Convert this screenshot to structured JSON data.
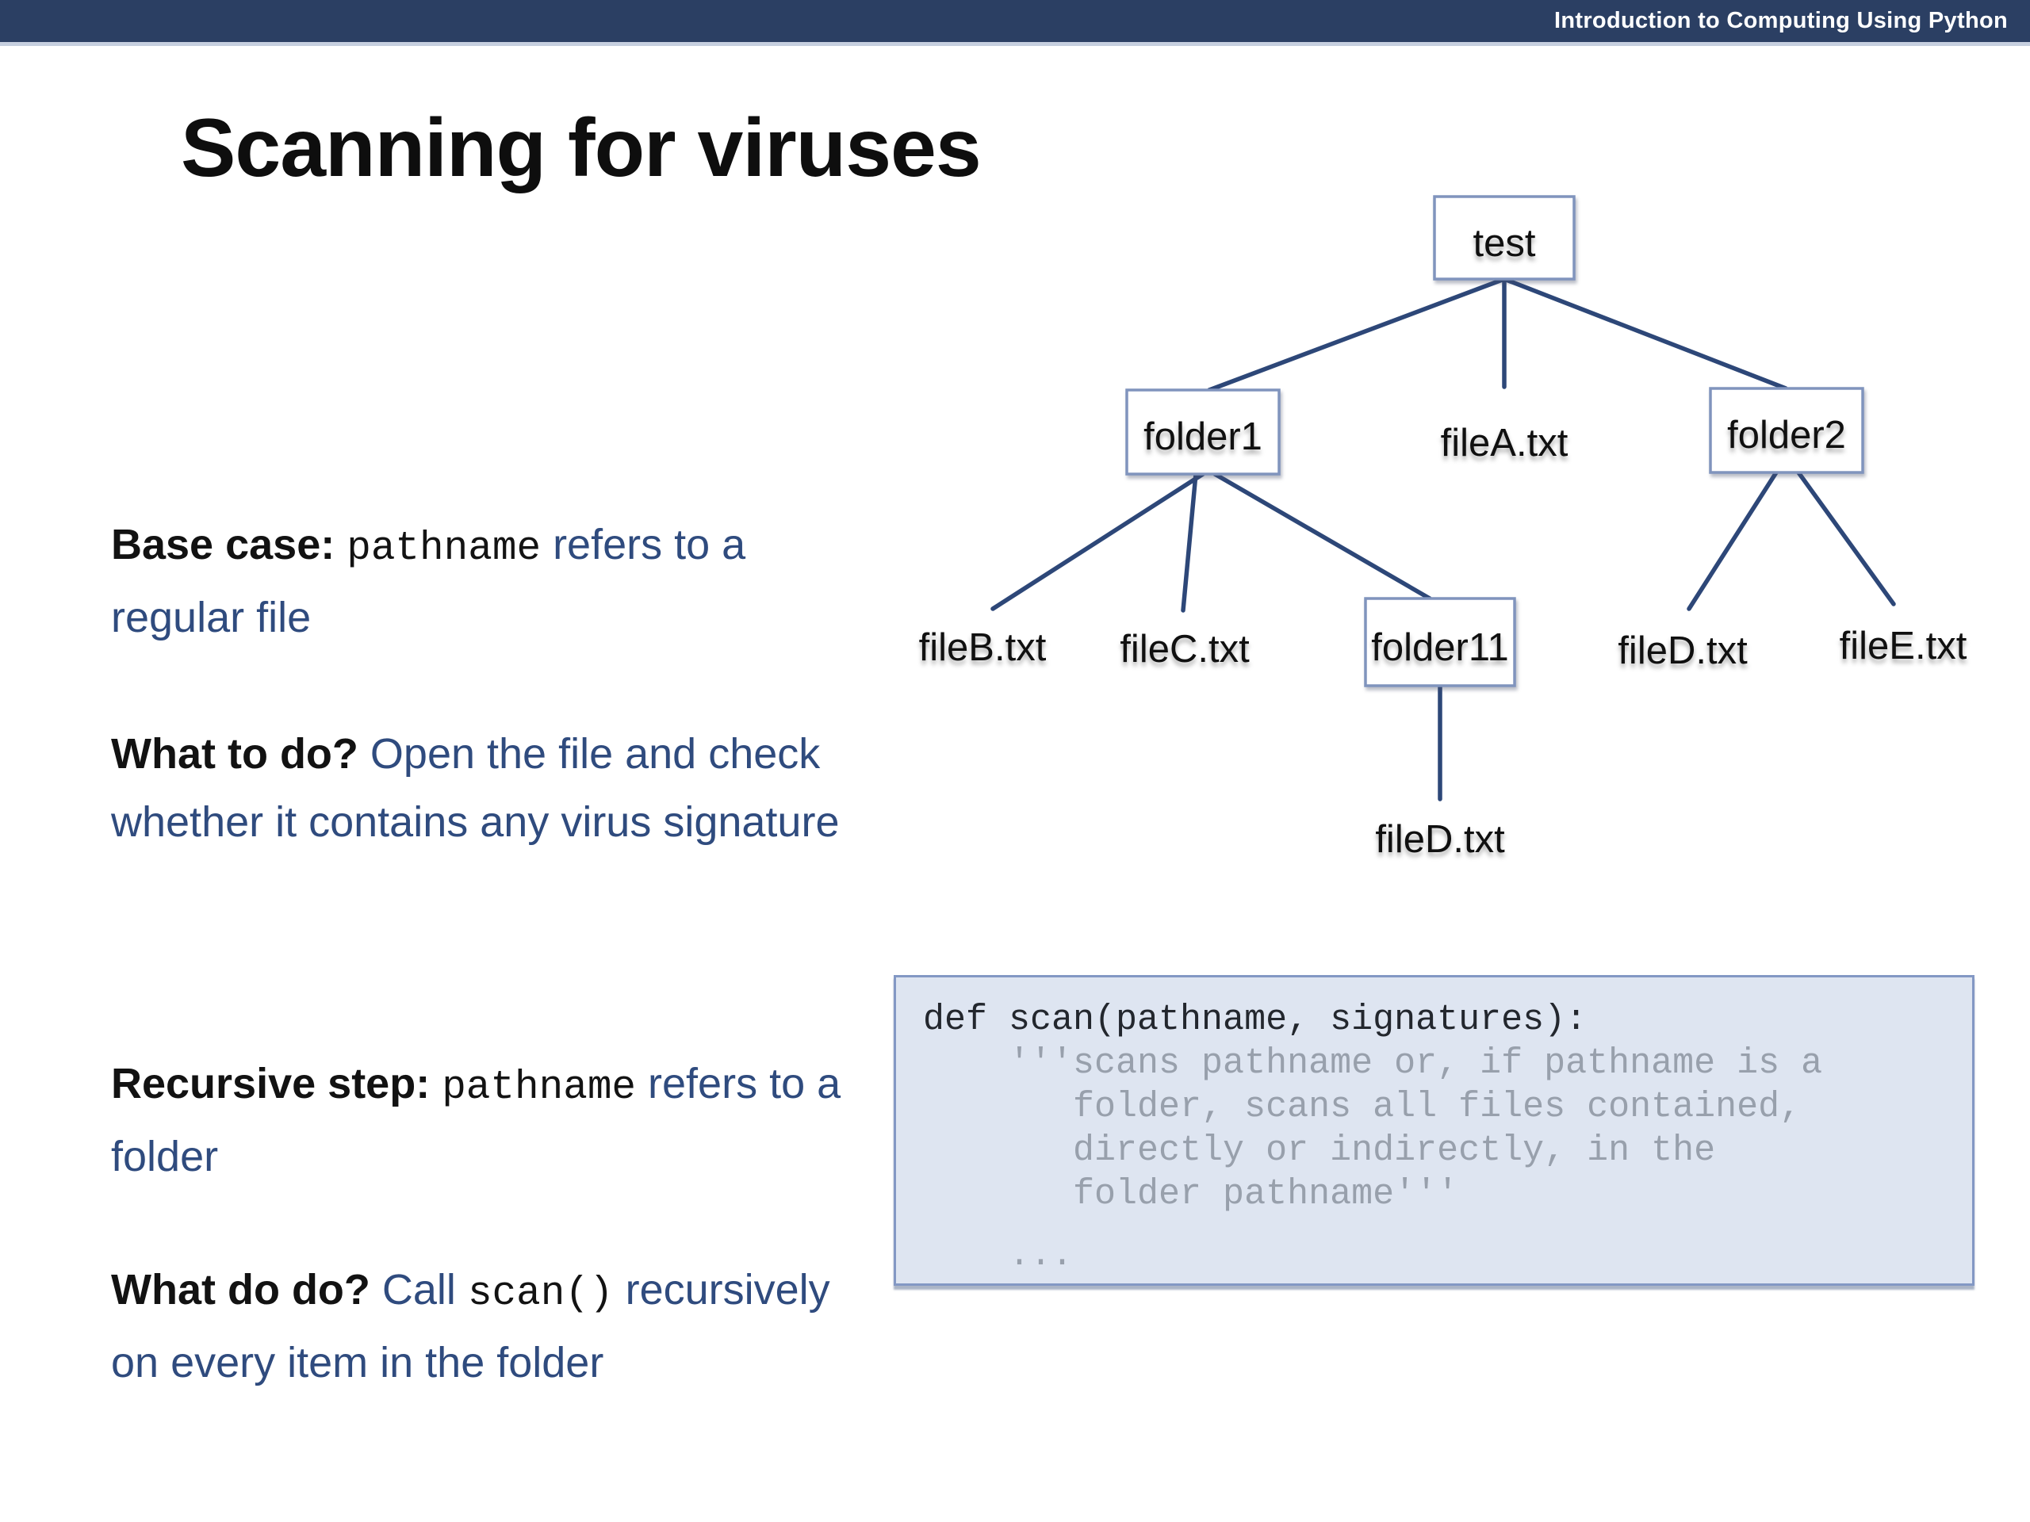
{
  "header": {
    "brand": "Introduction to Computing Using Python"
  },
  "title": "Scanning for viruses",
  "colors": {
    "header_bg": "#2b3f63",
    "accent_blue": "#2f4b7e",
    "tree_line": "#2d4778",
    "box_border": "#8094bd",
    "code_box_bg": "#dee5f1",
    "code_box_border": "#8398c4",
    "docstring_gray": "#98a0ac"
  },
  "notes": [
    {
      "name": "base-case",
      "segments": [
        {
          "text": "Base case: ",
          "style": "label"
        },
        {
          "text": "pathname",
          "style": "code"
        },
        {
          "text": " refers to a regular file",
          "style": "blue"
        }
      ]
    },
    {
      "name": "what-to-do-file",
      "segments": [
        {
          "text": "What to do? ",
          "style": "label"
        },
        {
          "text": "Open the file and check whether it contains any virus signature",
          "style": "blue"
        }
      ]
    },
    {
      "name": "recursive-step",
      "segments": [
        {
          "text": "Recursive step: ",
          "style": "label"
        },
        {
          "text": "pathname",
          "style": "code"
        },
        {
          "text": " refers to a folder",
          "style": "blue"
        }
      ]
    },
    {
      "name": "what-to-do-folder",
      "segments": [
        {
          "text": "What do do? ",
          "style": "label"
        },
        {
          "text": "Call ",
          "style": "blue"
        },
        {
          "text": "scan()",
          "style": "code"
        },
        {
          "text": " recursively on every item in the folder",
          "style": "blue"
        }
      ]
    }
  ],
  "tree": {
    "nodes": {
      "test": {
        "label": "test",
        "kind": "folder"
      },
      "folder1": {
        "label": "folder1",
        "kind": "folder"
      },
      "fileA": {
        "label": "fileA.txt",
        "kind": "file"
      },
      "folder2": {
        "label": "folder2",
        "kind": "folder"
      },
      "fileB": {
        "label": "fileB.txt",
        "kind": "file"
      },
      "fileC": {
        "label": "fileC.txt",
        "kind": "file"
      },
      "folder11": {
        "label": "folder11",
        "kind": "folder"
      },
      "fileD_folder2": {
        "label": "fileD.txt",
        "kind": "file"
      },
      "fileE": {
        "label": "fileE.txt",
        "kind": "file"
      },
      "fileD_folder11": {
        "label": "fileD.txt",
        "kind": "file"
      }
    },
    "edges": [
      {
        "from": "test",
        "to": "folder1"
      },
      {
        "from": "test",
        "to": "fileA"
      },
      {
        "from": "test",
        "to": "folder2"
      },
      {
        "from": "folder1",
        "to": "fileB"
      },
      {
        "from": "folder1",
        "to": "fileC"
      },
      {
        "from": "folder1",
        "to": "folder11"
      },
      {
        "from": "folder2",
        "to": "fileD_folder2"
      },
      {
        "from": "folder2",
        "to": "fileE"
      },
      {
        "from": "folder11",
        "to": "fileD_folder11"
      }
    ]
  },
  "code_box": {
    "lines": [
      "def scan(pathname, signatures):",
      "    '''scans pathname or, if pathname is a",
      "       folder, scans all files contained,",
      "       directly or indirectly, in the",
      "       folder pathname'''",
      "",
      "    ..."
    ]
  }
}
